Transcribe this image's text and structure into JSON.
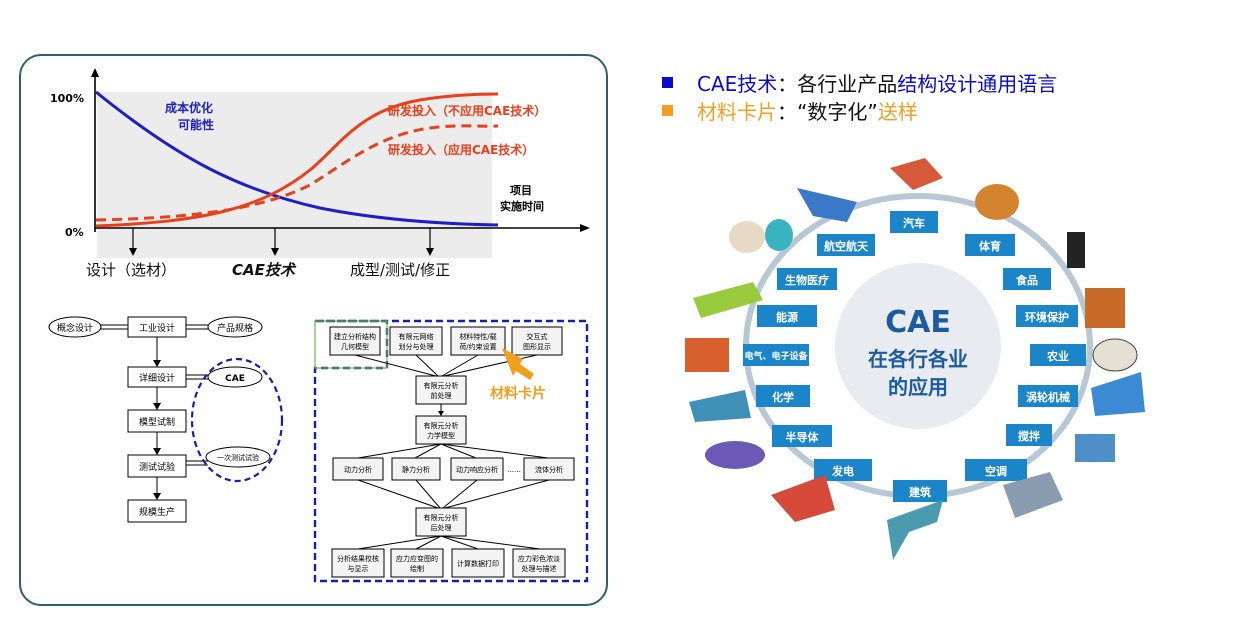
{
  "curve_chart": {
    "y_top": "100%",
    "y_bottom": "0%",
    "curve_cost": "成本优化",
    "curve_cost2": "可能性",
    "curve_rd_no": "研发投入（不应用CAE技术）",
    "curve_rd_yes": "研发投入（应用CAE技术）",
    "x_axis_1": "项目",
    "x_axis_2": "实施时间",
    "stage_1": "设计（选材）",
    "stage_2": "CAE技术",
    "stage_3": "成型/测试/修正"
  },
  "flow_left": {
    "concept": "概念设计",
    "industrial": "工业设计",
    "spec": "产品规格",
    "detail": "详细设计",
    "cae": "CAE",
    "prototype": "模型试制",
    "test": "测试试验",
    "one_time": "一次测试试验",
    "mass": "规模生产"
  },
  "flow_right": {
    "geo1": "建立分析结构",
    "geo2": "几何模型",
    "mesh1": "有限元网络",
    "mesh2": "划分与处理",
    "mat1": "材料特性/载",
    "mat2": "荷/约束设置",
    "ui1": "交互式",
    "ui2": "图形显示",
    "pre1": "有限元分析",
    "pre2": "前处理",
    "mech1": "有限元分析",
    "mech2": "力学模型",
    "dyn": "动力分析",
    "stat": "静力分析",
    "resp": "动力响应分析",
    "dots": "……",
    "fluid": "流体分析",
    "post1": "有限元分析",
    "post2": "后处理",
    "out1a": "分析结果校核",
    "out1b": "与显示",
    "out2a": "应力应变图的",
    "out2b": "绘制",
    "out3": "计算数据打印",
    "out4a": "应力彩色浓淡",
    "out4b": "处理与描述",
    "material_card": "材料卡片"
  },
  "bullets": {
    "b1_term": "CAE技术",
    "b1_colon": "：各行业产品",
    "b1_highlight": "结构设计通用语言",
    "b2_term": "材料卡片",
    "b2_colon": "：",
    "b2_quote": "“数字化”",
    "b2_end": "送样"
  },
  "wheel": {
    "center1": "CAE",
    "center2": "在各行各业",
    "center3": "的应用",
    "items": [
      "汽车",
      "体育",
      "食品",
      "环境保护",
      "农业",
      "涡轮机械",
      "搅拌",
      "空调",
      "建筑",
      "发电",
      "半导体",
      "化学",
      "电气、电子设备",
      "能源",
      "生物医疗",
      "航空航天"
    ]
  },
  "colors": {
    "panel_border": "#2f5f6b",
    "blue_curve": "#1e1ec8",
    "red_curve": "#e8401c",
    "bullet_blue": "#0a0acc",
    "bullet_orange": "#f0a01e",
    "wheel_box": "#1a85c8",
    "wheel_center": "#e8ecf0",
    "wheel_text": "#1c5aa0",
    "dashed_box": "#1420aa"
  }
}
